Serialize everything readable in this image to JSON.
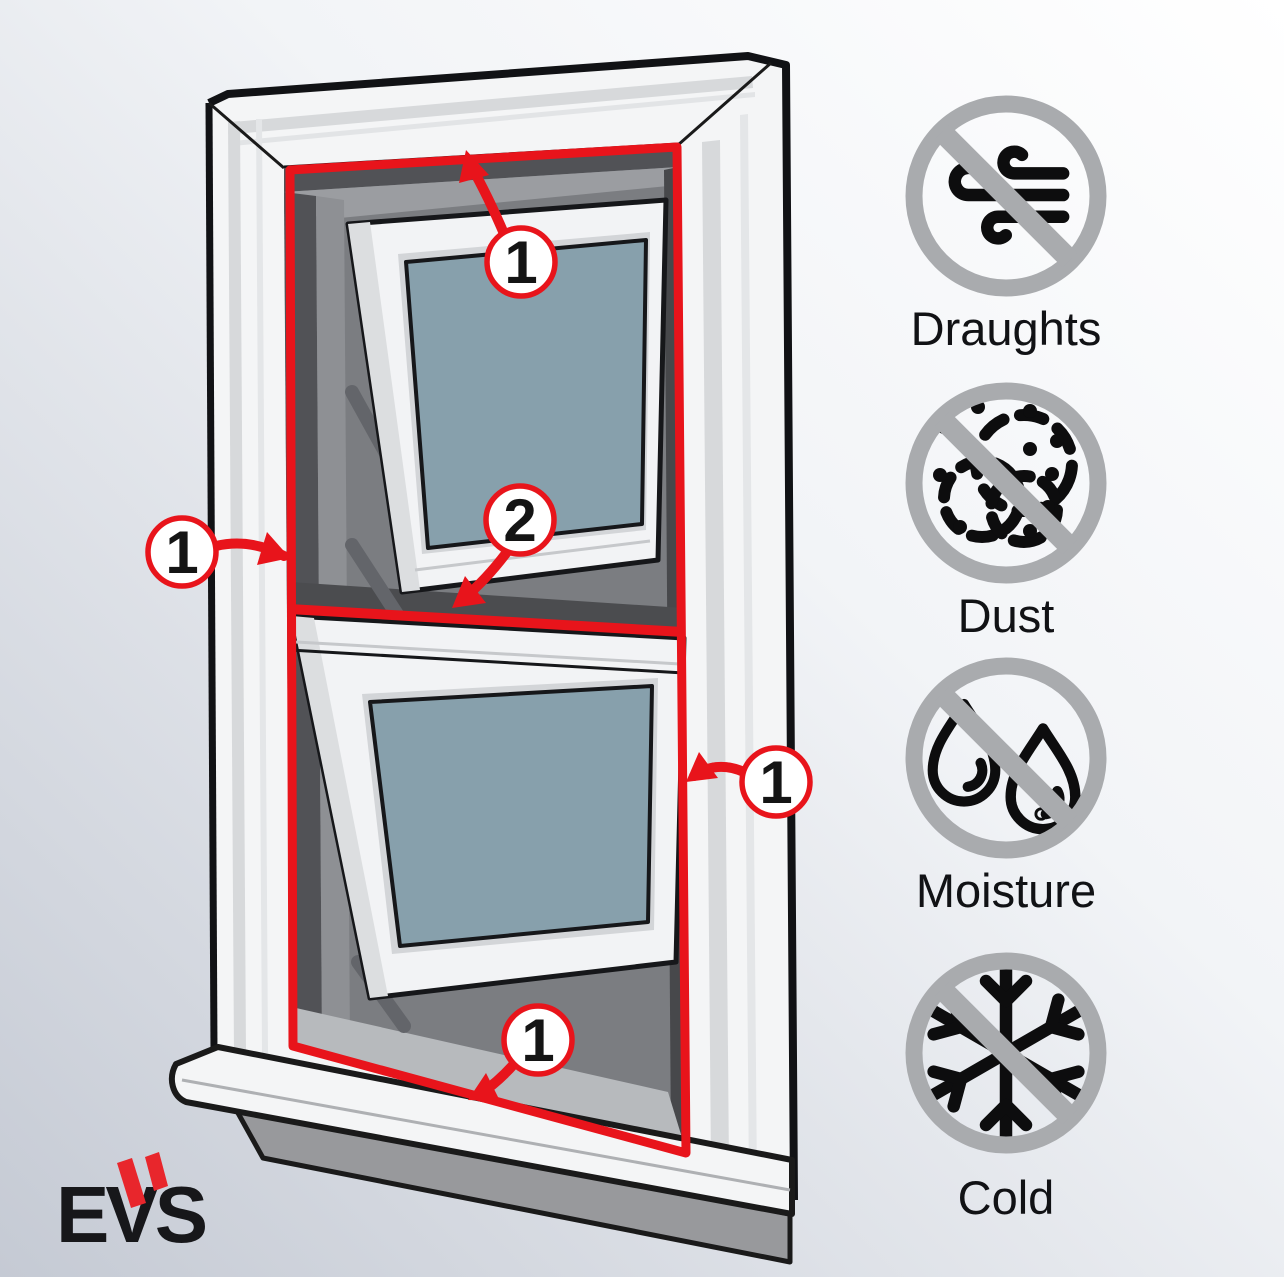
{
  "logo": {
    "text": "EVS",
    "accent_color": "#e8262c",
    "text_color": "#17171a"
  },
  "window_diagram": {
    "description": "sash window with draught seal locations",
    "seal_color": "#e8141b",
    "glass_color": "#87a0ac",
    "frame_color": "#f4f5f6",
    "callouts": [
      {
        "number": "1",
        "position": "top",
        "target": "top-frame-seal"
      },
      {
        "number": "1",
        "position": "left",
        "target": "left-frame-seal"
      },
      {
        "number": "2",
        "position": "middle",
        "target": "meeting-rail-seal"
      },
      {
        "number": "1",
        "position": "right",
        "target": "right-frame-seal"
      },
      {
        "number": "1",
        "position": "bottom",
        "target": "bottom-frame-seal"
      }
    ]
  },
  "benefits": {
    "prohibition_color": "#a9abae",
    "glyph_color": "#0d0d0e",
    "items": [
      {
        "label": "Draughts",
        "icon": "no-wind-icon"
      },
      {
        "label": "Dust",
        "icon": "no-dust-icon"
      },
      {
        "label": "Moisture",
        "icon": "no-moisture-icon"
      },
      {
        "label": "Cold",
        "icon": "no-cold-icon"
      }
    ]
  }
}
